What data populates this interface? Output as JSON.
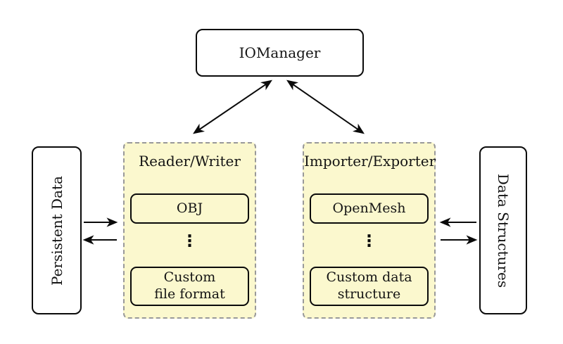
{
  "diagram": {
    "iomanager_label": "IOManager",
    "persistent_data_label": "Persistent Data",
    "data_structures_label": "Data Structures",
    "reader_writer": {
      "title": "Reader/Writer",
      "item_top": "OBJ",
      "dots": "⋮",
      "item_bottom": "Custom\nfile format"
    },
    "importer_exporter": {
      "title": "Importer/Exporter",
      "item_top": "OpenMesh",
      "dots": "⋮",
      "item_bottom": "Custom data\nstructure"
    },
    "edges": [
      {
        "from": "IOManager",
        "to": "Reader/Writer",
        "direction": "bidirectional"
      },
      {
        "from": "IOManager",
        "to": "Importer/Exporter",
        "direction": "bidirectional"
      },
      {
        "from": "Persistent Data",
        "to": "Reader/Writer",
        "direction": "one-way"
      },
      {
        "from": "Reader/Writer",
        "to": "Persistent Data",
        "direction": "one-way"
      },
      {
        "from": "Data Structures",
        "to": "Importer/Exporter",
        "direction": "one-way"
      },
      {
        "from": "Importer/Exporter",
        "to": "Data Structures",
        "direction": "one-way"
      }
    ],
    "colors": {
      "background": "#FFFFFF",
      "container_fill": "#FBF8CE",
      "container_border": "#999999",
      "node_border": "#0A0A0A",
      "arrow": "#0A0A0A",
      "text": "#141414"
    }
  }
}
